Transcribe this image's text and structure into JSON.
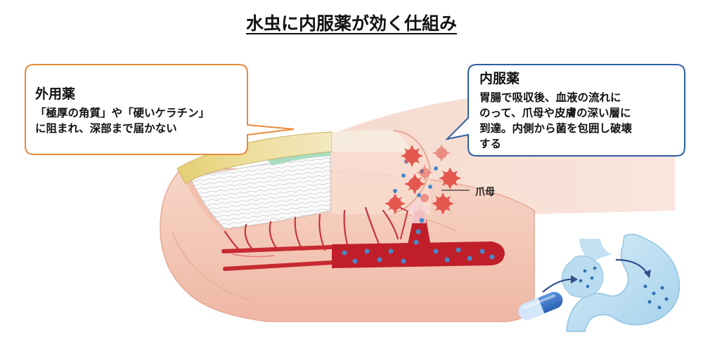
{
  "title": "水虫に内服薬が効く仕組み",
  "external": {
    "heading": "外用薬",
    "body": "「極厚の角質」や「硬いケラチン」\nに阻まれ、深部まで届かない",
    "border_color": "#e8893a"
  },
  "internal": {
    "heading": "内服薬",
    "body": "胃腸で吸収後、血液の流れに\nのって、爪母や皮膚の深い層に\n到達。内側から菌を包囲し破壊\nする",
    "border_color": "#2e5fa3"
  },
  "labels": {
    "nail_matrix": "爪母"
  },
  "colors": {
    "skin": "#f3c6b5",
    "vessel": "#c8202a",
    "drug_dot": "#4a87c8",
    "fungus": "#e4574f",
    "nail_plate": "#e7d58a",
    "pill": "#3d7bd0"
  }
}
